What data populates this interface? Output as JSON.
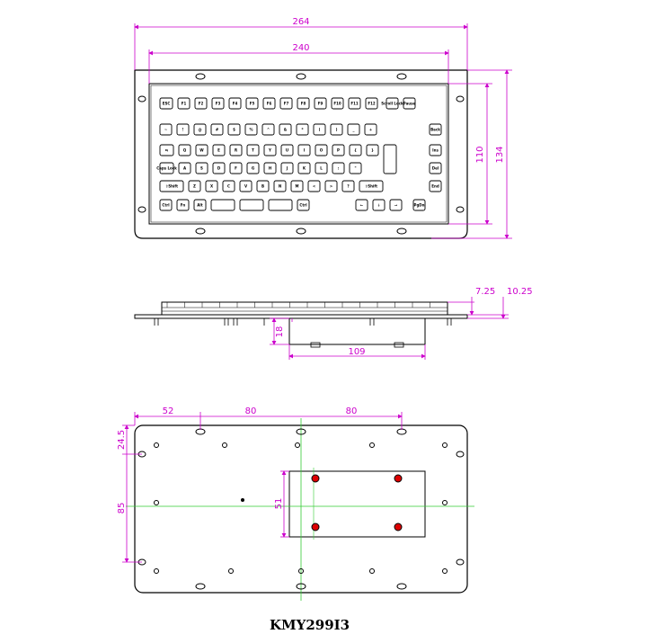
{
  "colors": {
    "line": "#000000",
    "dimension": "#cc00cc",
    "centerline": "#33cc33",
    "screw": "#dd0000"
  },
  "top_view": {
    "dimensions": {
      "overall_width": "264",
      "inner_width": "240",
      "inner_height": "110",
      "overall_height": "134"
    },
    "keyboard_rows": [
      [
        "ESC",
        "F1",
        "F2",
        "F3",
        "F4",
        "F5",
        "F6",
        "F7",
        "F8",
        "F9",
        "F10",
        "F11",
        "F12",
        "Scroll Lock",
        "Pause"
      ],
      [
        "~",
        "!",
        "@",
        "#",
        "$",
        "%",
        "^",
        "&",
        "*",
        "(",
        ")",
        "_",
        "+",
        "Back"
      ],
      [
        "⇆",
        "Q",
        "W",
        "E",
        "R",
        "T",
        "Y",
        "U",
        "I",
        "O",
        "P",
        "{",
        "}",
        "",
        "Ins"
      ],
      [
        "Caps Lock",
        "A",
        "S",
        "D",
        "F",
        "G",
        "H",
        "J",
        "K",
        "L",
        ":",
        "\"",
        "",
        "Del"
      ],
      [
        "⇧Shift",
        "Z",
        "X",
        "C",
        "V",
        "B",
        "N",
        "M",
        "<",
        ">",
        "?",
        "⇧Shift",
        "End"
      ],
      [
        "Ctrl",
        "Fn",
        "Alt",
        "",
        "",
        "",
        "Ctrl",
        "←",
        "↓",
        "→",
        "PgDn"
      ]
    ]
  },
  "side_view": {
    "dimensions": {
      "depth_a": "7.25",
      "depth_b": "10.25",
      "box_height": "18",
      "box_width": "109"
    }
  },
  "bottom_view": {
    "dimensions": {
      "offset": "52",
      "spacing_1": "80",
      "spacing_2": "80",
      "edge": "24.5",
      "hole_span": "85",
      "box_height": "51"
    }
  },
  "model_number": "KMY299I3"
}
